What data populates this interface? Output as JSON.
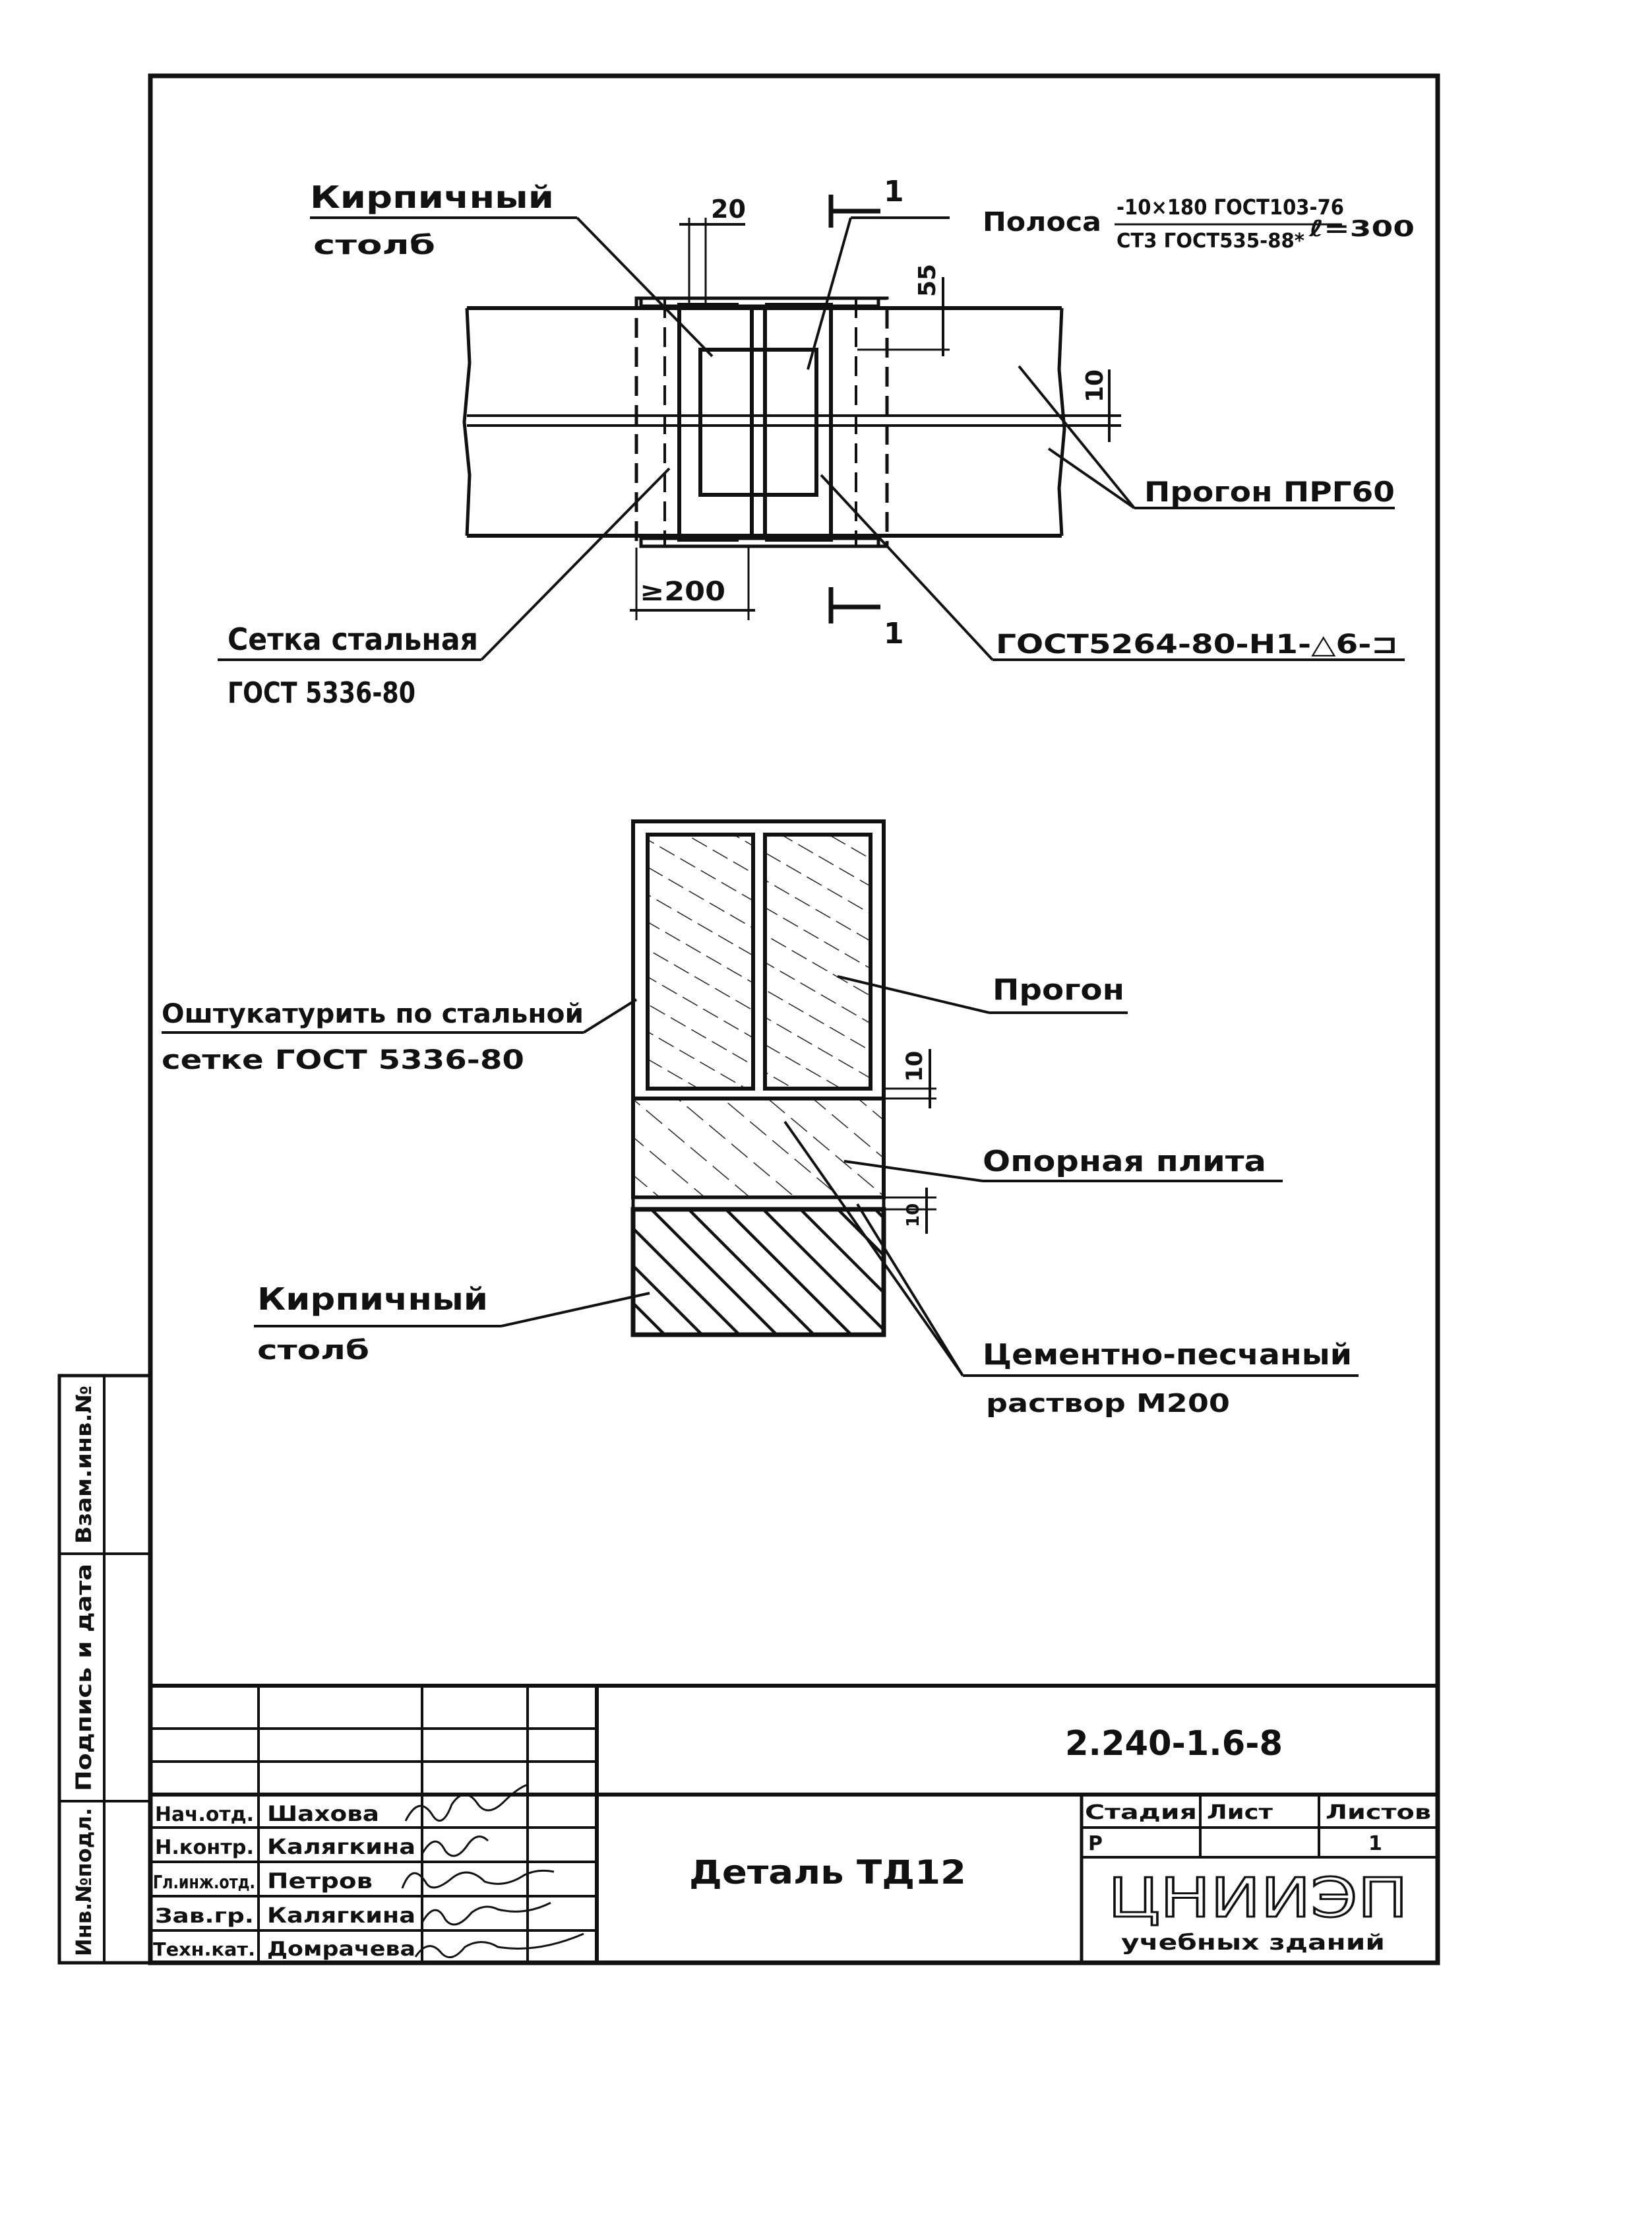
{
  "plan": {
    "brick_pillar_line1": "Кирпичный",
    "brick_pillar_line2": "столб",
    "dim_20": "20",
    "section_mark_top": "1",
    "section_mark_bottom": "1",
    "strip_prefix": "Полоса",
    "strip_numerator": "-10×180 ГОСТ103-76",
    "strip_denominator": "СТ3 ГОСТ535-88*",
    "strip_length": "ℓ=300",
    "dim_55": "55",
    "dim_10_right": "10",
    "purlin_label": "Прогон ПРГ60",
    "dim_min_200": "≥200",
    "mesh_line1": "Сетка стальная",
    "mesh_line2": "ГОСТ 5336-80",
    "channel_spec": "ГОСТ5264-80-Н1-△6-⊐"
  },
  "section": {
    "plaster_line1": "Оштукатурить по стальной",
    "plaster_line2": "сетке ГОСТ 5336-80",
    "purlin": "Прогон",
    "dim_10": "10",
    "support_plate": "Опорная плита",
    "dim_10_small": "10",
    "brick_line1": "Кирпичный",
    "brick_line2": "столб",
    "mortar_line1": "Цементно-песчаный",
    "mortar_line2": "раствор М200"
  },
  "sidebar": {
    "cell_1": "Взам.инв.№",
    "cell_2": "Подпись и дата",
    "cell_3": "Инв.№подл."
  },
  "title_block": {
    "doc_code": "2.240-1.6-8",
    "title": "Деталь ТД12",
    "stage_header": "Стадия",
    "sheet_header": "Лист",
    "sheets_header": "Листов",
    "stage_value": "Р",
    "sheet_value": "",
    "sheets_value": "1",
    "org_name": "ЦНИИЭП",
    "org_sub": "учебных зданий",
    "roles": [
      {
        "role": "Нач.отд.",
        "name": "Шахова"
      },
      {
        "role": "Н.контр.",
        "name": "Калягкина"
      },
      {
        "role": "Гл.инж.отд.",
        "name": "Петров"
      },
      {
        "role": "Зав.гр.",
        "name": "Калягкина"
      },
      {
        "role": "Техн.кат.",
        "name": "Домрачева"
      }
    ]
  }
}
